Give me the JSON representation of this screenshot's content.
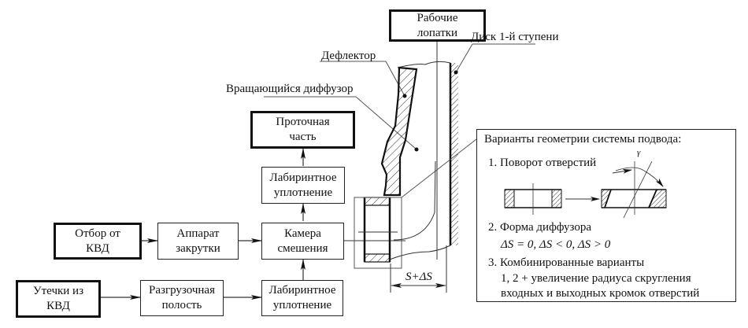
{
  "flow": {
    "bleed_hpc": [
      "Отбор от",
      "КВД"
    ],
    "swirl_device": [
      "Аппарат",
      "закрутки"
    ],
    "mixing_chamber": [
      "Камера",
      "смешения"
    ],
    "leak_hpc": [
      "Утечки из",
      "КВД"
    ],
    "unloading_cavity": [
      "Разгрузочная",
      "полость"
    ],
    "labyrinth_seal_bottom": [
      "Лабиринтное",
      "уплотнение"
    ],
    "labyrinth_seal_top": [
      "Лабиринтное",
      "уплотнение"
    ],
    "flow_path": [
      "Проточная",
      "часть"
    ],
    "rotor_blades": [
      "Рабочие",
      "лопатки"
    ]
  },
  "drawing": {
    "deflector_label": "Дефлектор",
    "rotating_diffuser_label": "Вращающийся диффузор",
    "disk_label": "Диск 1-й ступени",
    "dimension_label": "S+ΔS"
  },
  "variants_panel": {
    "title": "Варианты геометрии системы подвода:",
    "item1": "1. Поворот отверстий",
    "angle_symbol": "γ",
    "item2": "2. Форма диффузора",
    "item2_detail": "ΔS = 0, ΔS < 0, ΔS > 0",
    "item3": "3. Комбинированные варианты",
    "item3_line2": "1, 2 + увеличение радиуса скругления",
    "item3_line3": "входных и выходных кромок отверстий"
  }
}
